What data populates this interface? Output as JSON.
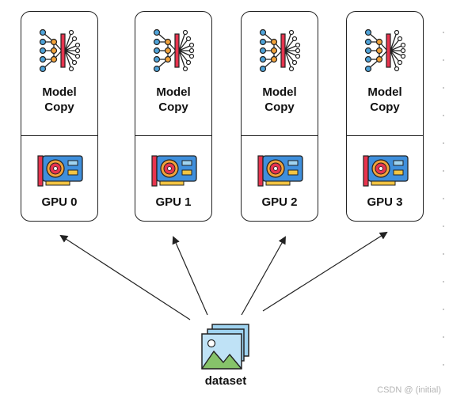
{
  "cards": [
    {
      "model_line1": "Model",
      "model_line2": "Copy",
      "gpu_label": "GPU 0"
    },
    {
      "model_line1": "Model",
      "model_line2": "Copy",
      "gpu_label": "GPU 1"
    },
    {
      "model_line1": "Model",
      "model_line2": "Copy",
      "gpu_label": "GPU 2"
    },
    {
      "model_line1": "Model",
      "model_line2": "Copy",
      "gpu_label": "GPU 3"
    }
  ],
  "dataset": {
    "label": "dataset"
  },
  "watermark": "CSDN @  (initial)",
  "colors": {
    "border": "#222222",
    "node_blue": "#4fa3d9",
    "node_orange": "#f2a23a",
    "bar_red": "#e8344e",
    "gpu_blue": "#3f8fdc",
    "gpu_yellow": "#f4c542",
    "image_sky": "#9fd3f0",
    "image_hill": "#86c36a"
  }
}
